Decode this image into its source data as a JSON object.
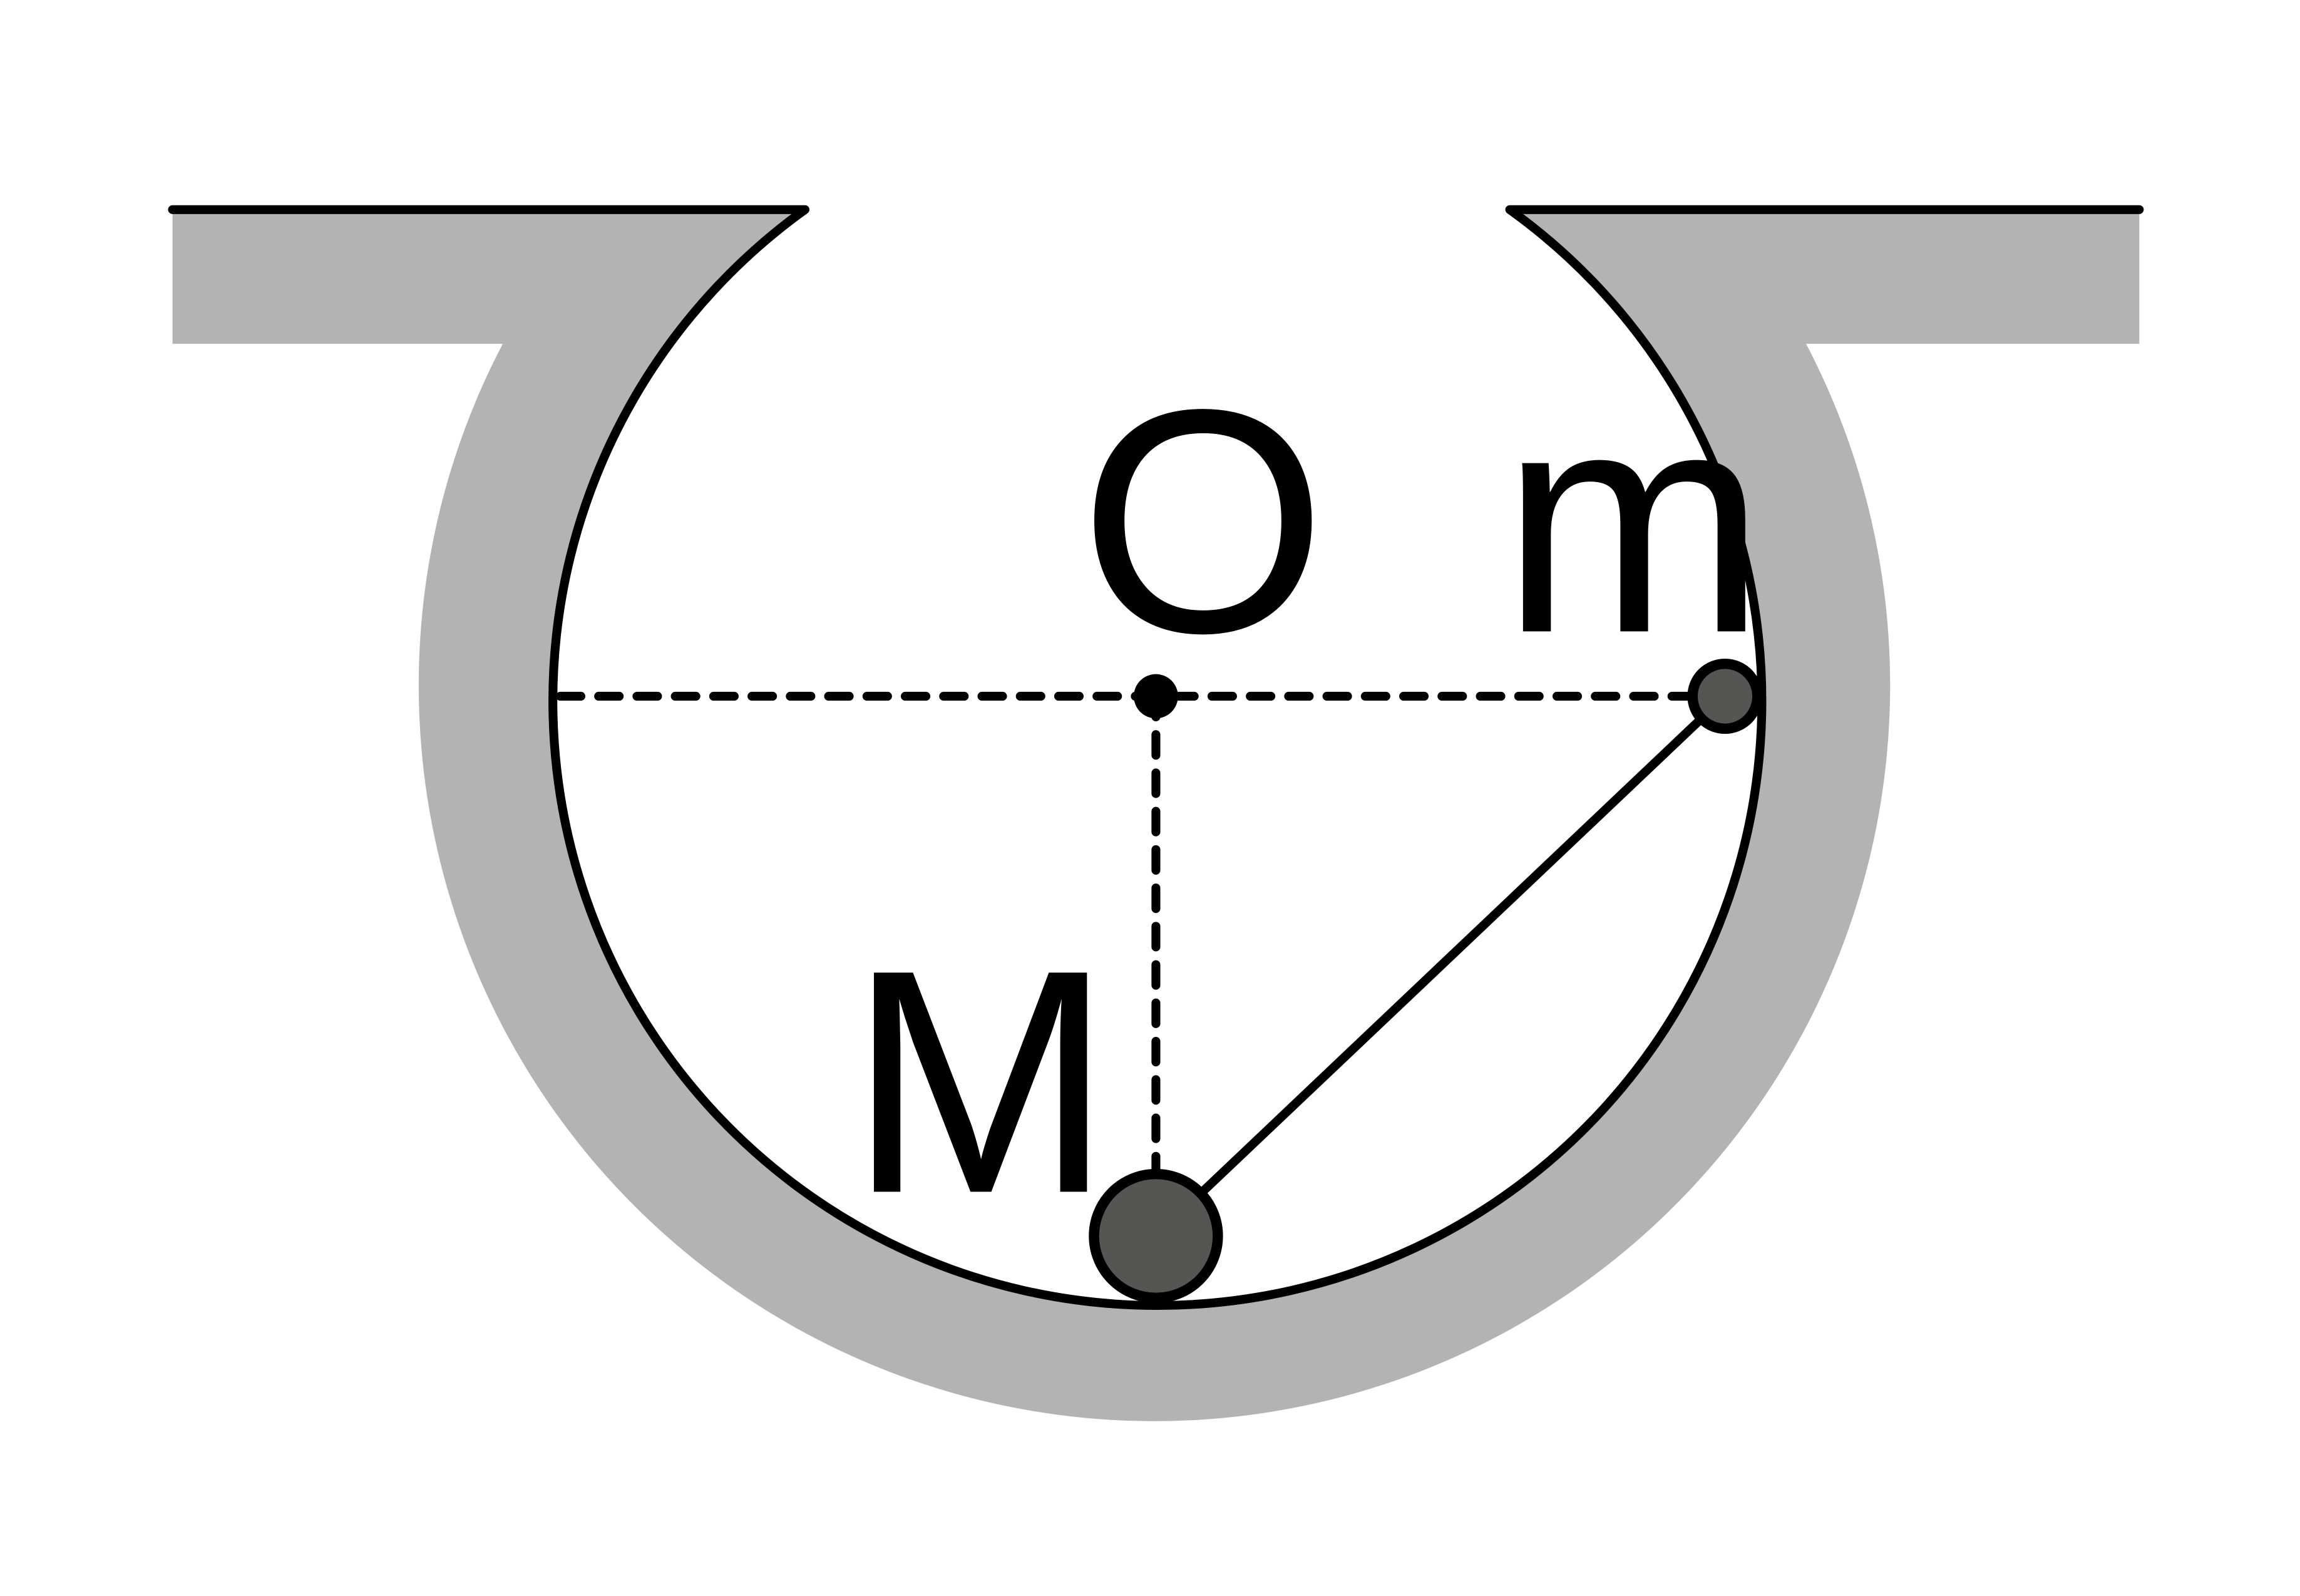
{
  "diagram": {
    "labels": {
      "center": "O",
      "small_mass": "m",
      "large_mass": "M"
    },
    "colors": {
      "groove_fill": "#b3b3b3",
      "stroke": "#000000",
      "mass_fill": "#555553",
      "background": "#ffffff"
    }
  }
}
